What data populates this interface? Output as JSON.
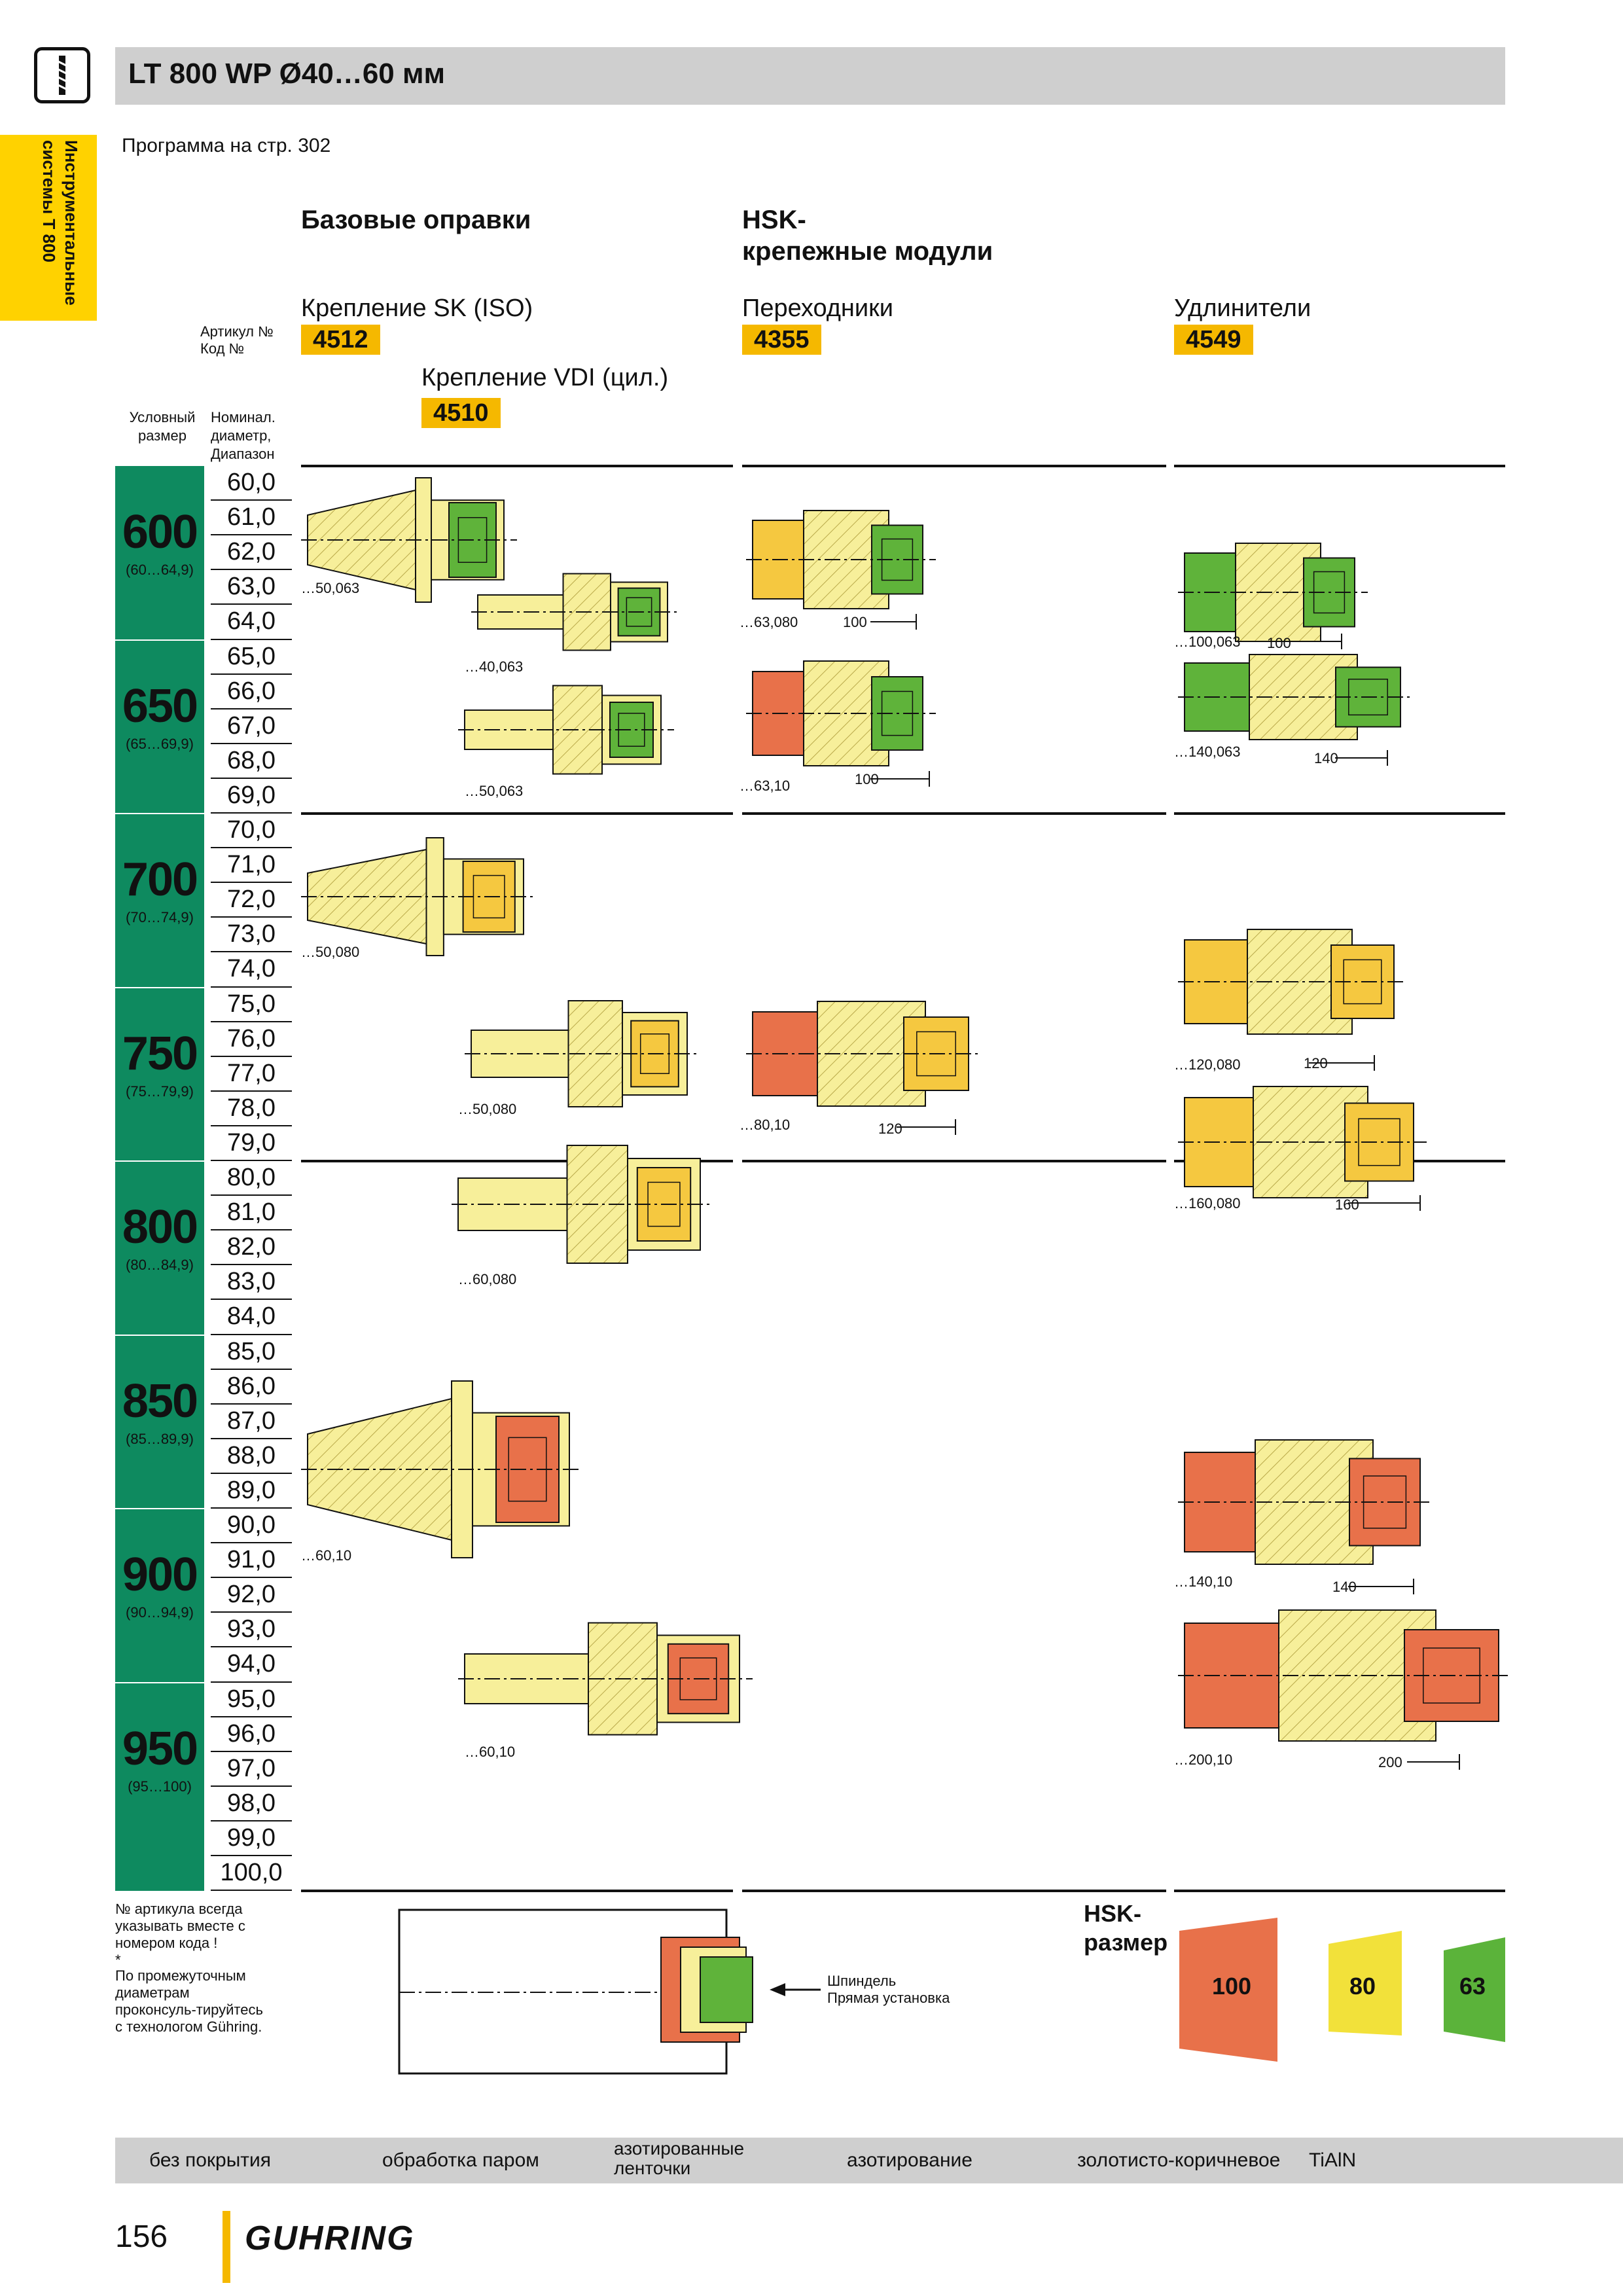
{
  "header": {
    "title": "LT 800 WP Ø40…60 мм",
    "drill_icon": "drill-icon"
  },
  "side_tab": {
    "text": "Инструментальные системы T 800"
  },
  "program_ref": "Программа на стр. 302",
  "columns": {
    "base_title": "Базовые оправки",
    "hsk_title_1": "HSK-",
    "hsk_title_2": "крепежные модули",
    "sk_label": "Крепление SK (ISO)",
    "sk_code": "4512",
    "vdi_label": "Крепление VDI (цил.)",
    "vdi_code": "4510",
    "adapters_label": "Переходники",
    "adapters_code": "4355",
    "extensions_label": "Удлинители",
    "extensions_code": "4549",
    "article_label": "Артикул №",
    "code_label": "Код №",
    "size_head_1": "Условный",
    "size_head_2": "размер",
    "nom_head_1": "Номинал.",
    "nom_head_2": "диаметр,",
    "nom_head_3": "Диапазон"
  },
  "size_groups": [
    {
      "size": "600",
      "range": "(60…64,9)"
    },
    {
      "size": "650",
      "range": "(65…69,9)"
    },
    {
      "size": "700",
      "range": "(70…74,9)"
    },
    {
      "size": "750",
      "range": "(75…79,9)"
    },
    {
      "size": "800",
      "range": "(80…84,9)"
    },
    {
      "size": "850",
      "range": "(85…89,9)"
    },
    {
      "size": "900",
      "range": "(90…94,9)"
    },
    {
      "size": "950",
      "range": "(95…100)"
    }
  ],
  "diameters": [
    "60,0",
    "61,0",
    "62,0",
    "63,0",
    "64,0",
    "65,0",
    "66,0",
    "67,0",
    "68,0",
    "69,0",
    "70,0",
    "71,0",
    "72,0",
    "73,0",
    "74,0",
    "75,0",
    "76,0",
    "77,0",
    "78,0",
    "79,0",
    "80,0",
    "81,0",
    "82,0",
    "83,0",
    "84,0",
    "85,0",
    "86,0",
    "87,0",
    "88,0",
    "89,0",
    "90,0",
    "91,0",
    "92,0",
    "93,0",
    "94,0",
    "95,0",
    "96,0",
    "97,0",
    "98,0",
    "99,0",
    "100,0"
  ],
  "dims": {
    "sk_600": "…50,063",
    "vdi_600": "…40,063",
    "vdi_650": "…50,063",
    "ad_600": "…63,080",
    "ad_600_len": "100",
    "ad_650": "…63,10",
    "ad_650_len": "100",
    "ext_600": "…100,063",
    "ext_600_len": "100",
    "ext_650": "…140,063",
    "ext_650_len": "140",
    "sk_700": "…50,080",
    "vdi_750": "…50,080",
    "vdi_800": "…60,080",
    "ad_750": "…80,10",
    "ad_750_len": "120",
    "ext_750": "…120,080",
    "ext_750_len": "120",
    "ext_800": "…160,080",
    "ext_800_len": "160",
    "sk_850": "…60,10",
    "vdi_950": "…60,10",
    "ext_900": "…140,10",
    "ext_900_len": "140",
    "ext_950": "…200,10",
    "ext_950_len": "200"
  },
  "notes": {
    "article_note": "№ артикула всегда указывать вместе с номером кода !",
    "star": "*",
    "consult_note": "По промежуточным диаметрам проконсуль-тируйтесь с технологом Gühring."
  },
  "spindle": {
    "line1": "Шпиндель",
    "line2": "Прямая установка"
  },
  "hsk_size": {
    "label_1": "HSK-",
    "label_2": "размер",
    "sizes": [
      "100",
      "80",
      "63"
    ],
    "colors": [
      "#e8714a",
      "#f2e13a",
      "#5bb33a"
    ]
  },
  "legend": {
    "items": [
      "без покрытия",
      "обработка паром",
      "азотированные ленточки",
      "азотирование",
      "золотисто-коричневое",
      "TiAlN"
    ],
    "items_l1": "азотированные",
    "items_l2": "ленточки"
  },
  "footer": {
    "page": "156",
    "brand": "GUHRING"
  },
  "colors": {
    "green_band": "#0e8a5f",
    "yellow_tag": "#f5b800",
    "part_yellow": "#f7ef9a",
    "part_red": "#e8714a",
    "part_green": "#5fb33a",
    "part_orange": "#f5c840"
  }
}
